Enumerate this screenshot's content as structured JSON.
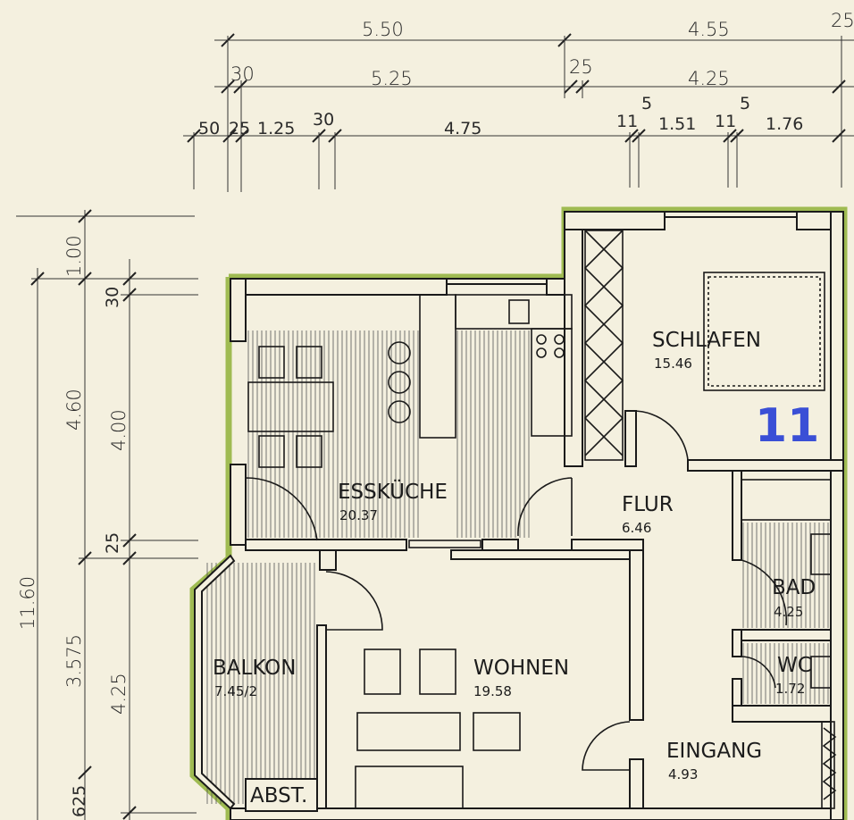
{
  "dimensions": {
    "top_row1": [
      "5.50",
      "4.55",
      "25"
    ],
    "top_row2": [
      "30",
      "5.25",
      "25",
      "4.25"
    ],
    "top_row3": [
      "50",
      "25",
      "1.25",
      "30",
      "4.75",
      "11",
      "5",
      "1.51",
      "11",
      "5",
      "1.76"
    ],
    "left": [
      "1.00",
      "30",
      "4.60",
      "4.00",
      "25",
      "11.60",
      "3.575",
      "4.25",
      "625"
    ]
  },
  "rooms": {
    "schlafen": {
      "name": "SCHLAFEN",
      "area": "15.46"
    },
    "esskueche": {
      "name": "ESSKÜCHE",
      "area": "20.37"
    },
    "flur": {
      "name": "FLUR",
      "area": "6.46"
    },
    "bad": {
      "name": "BAD",
      "area": "4.25"
    },
    "wc": {
      "name": "WC",
      "area": "1.72"
    },
    "balkon": {
      "name": "BALKON",
      "area": "7.45/2"
    },
    "wohnen": {
      "name": "WOHNEN",
      "area": "19.58"
    },
    "eingang": {
      "name": "EINGANG",
      "area": "4.93"
    },
    "abst": {
      "name": "ABST."
    }
  },
  "annotation": {
    "unit_number": "11"
  },
  "colors": {
    "paper": "#f4f0df",
    "outline": "#8fb23a",
    "ink": "#1a1a1a",
    "handwriting": "#3a4fd6"
  }
}
